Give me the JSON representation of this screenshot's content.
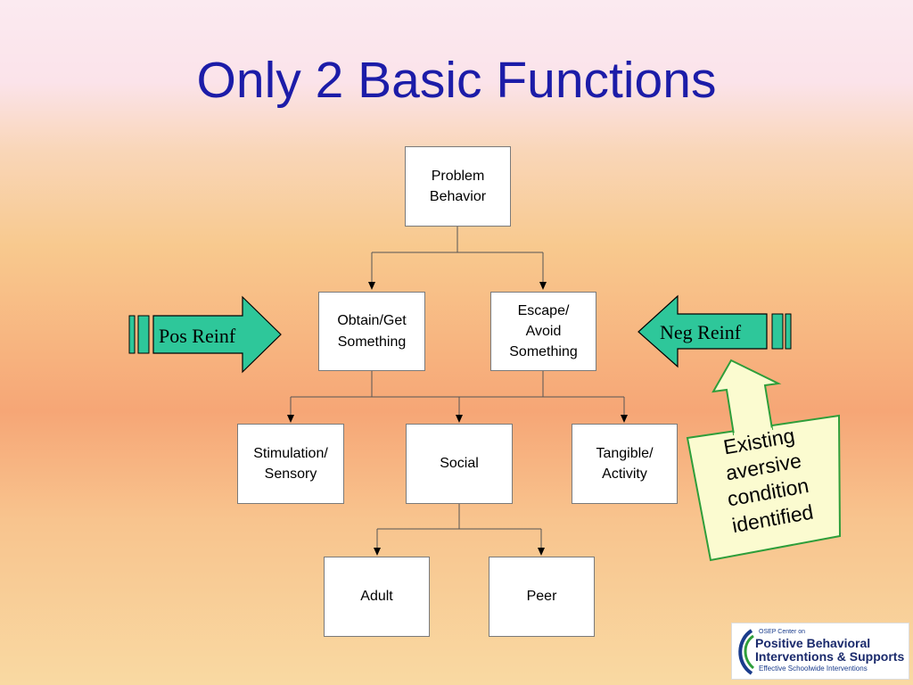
{
  "slide": {
    "title": "Only 2 Basic Functions"
  },
  "nodes": {
    "problem_behavior": "Problem\nBehavior",
    "obtain": "Obtain/Get\nSomething",
    "escape": "Escape/\nAvoid\nSomething",
    "stimulation": "Stimulation/\nSensory",
    "social": "Social",
    "tangible": "Tangible/\nActivity",
    "adult": "Adult",
    "peer": "Peer"
  },
  "arrows": {
    "pos_reinf": "Pos Reinf",
    "neg_reinf": "Neg Reinf"
  },
  "callout": {
    "text": "Existing\naversive\ncondition\nidentified"
  },
  "logo": {
    "line_small": "OSEP Center on",
    "line1": "Positive Behavioral",
    "line2": "Interventions & Supports",
    "tagline": "Effective Schoolwide Interventions"
  },
  "colors": {
    "title": "#1c1ca8",
    "arrow_fill": "#2ec79a",
    "callout_fill": "#fbfbd0",
    "callout_border": "#2e9e3a"
  }
}
